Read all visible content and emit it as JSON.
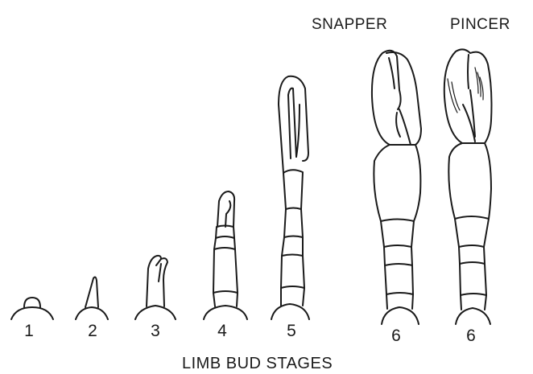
{
  "headers": {
    "snapper": "SNAPPER",
    "pincer": "PINCER"
  },
  "stages": [
    {
      "label": "1"
    },
    {
      "label": "2"
    },
    {
      "label": "3"
    },
    {
      "label": "4"
    },
    {
      "label": "5"
    },
    {
      "label": "6"
    },
    {
      "label": "6"
    }
  ],
  "caption": "LIMB BUD STAGES"
}
